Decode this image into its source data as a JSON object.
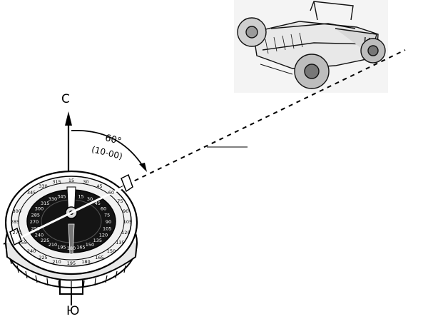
{
  "labels": {
    "north": "С",
    "south": "Ю",
    "angle_degrees": "60°",
    "angle_thousandths": "(10-00)"
  },
  "dial": {
    "outer_ring_numbers": [
      "345",
      "330",
      "315",
      "15",
      "30",
      "45",
      "60",
      "75",
      "90",
      "105",
      "120",
      "135",
      "150",
      "165",
      "180",
      "195",
      "210",
      "225",
      "240",
      "255",
      "270",
      "285",
      "300"
    ],
    "inner_ring_numbers": [
      "15",
      "30",
      "45",
      "60",
      "75",
      "90",
      "105",
      "120",
      "135",
      "150",
      "165",
      "180",
      "195",
      "210",
      "225",
      "240",
      "255",
      "270",
      "285",
      "300",
      "315",
      "330",
      "345"
    ]
  },
  "colors": {
    "ink": "#000000",
    "paper": "#ffffff"
  }
}
